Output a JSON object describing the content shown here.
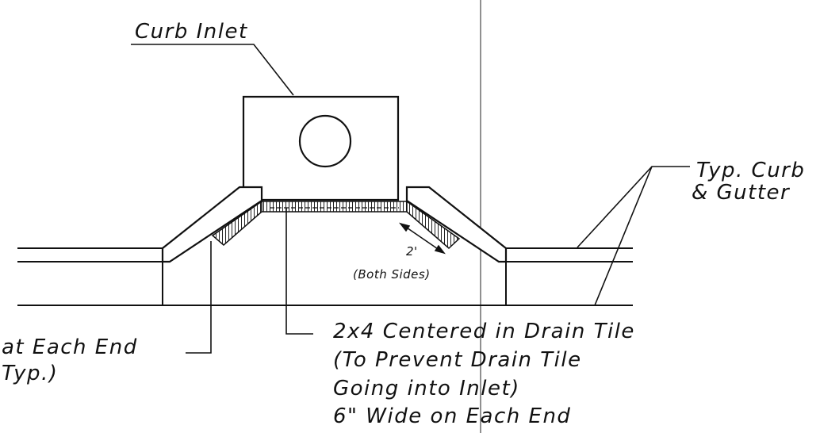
{
  "labels": {
    "curb_inlet": "Curb Inlet",
    "typ_curb": "Typ. Curb",
    "gutter": "& Gutter",
    "dimension": "2'",
    "both_sides": "(Both Sides)",
    "at_each_end": "at Each End",
    "typ_partial": "Typ.)",
    "note_line1": "2x4 Centered in Drain Tile",
    "note_line2": "(To Prevent Drain Tile",
    "note_line3": "Going into Inlet)",
    "note_line4": "6\" Wide on Each End"
  },
  "colors": {
    "ink": "#111111",
    "hatch": "#333333",
    "paper": "#ffffff"
  }
}
